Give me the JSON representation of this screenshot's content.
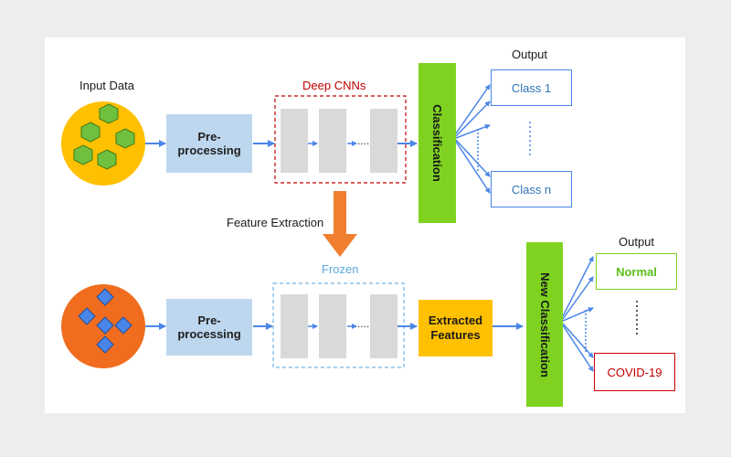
{
  "top": {
    "input_label": "Input Data",
    "preprocessing_label": "Pre-processing",
    "cnn_label": "Deep CNNs",
    "dots": "....",
    "classification_label": "Classification",
    "output_label": "Output",
    "classes": [
      "Class 1",
      "Class n"
    ]
  },
  "middle": {
    "feature_extraction_label": "Feature Extraction"
  },
  "bottom": {
    "preprocessing_label": "Pre-processing",
    "frozen_label": "Frozen",
    "dots": "....",
    "extracted_features_label": "Extracted\nFeatures",
    "new_classification_label": "New Classification",
    "output_label": "Output",
    "classes": [
      "Normal",
      "COVID-19"
    ]
  },
  "colors": {
    "green": "#7fd320",
    "orange": "#f08030",
    "yellow_circle": "#ffc000",
    "blue_arrow": "#4a86e8",
    "red_dashed": "#c00000",
    "blue_dashed": "#6fb3e8",
    "extracted_box": "#ffc000"
  }
}
